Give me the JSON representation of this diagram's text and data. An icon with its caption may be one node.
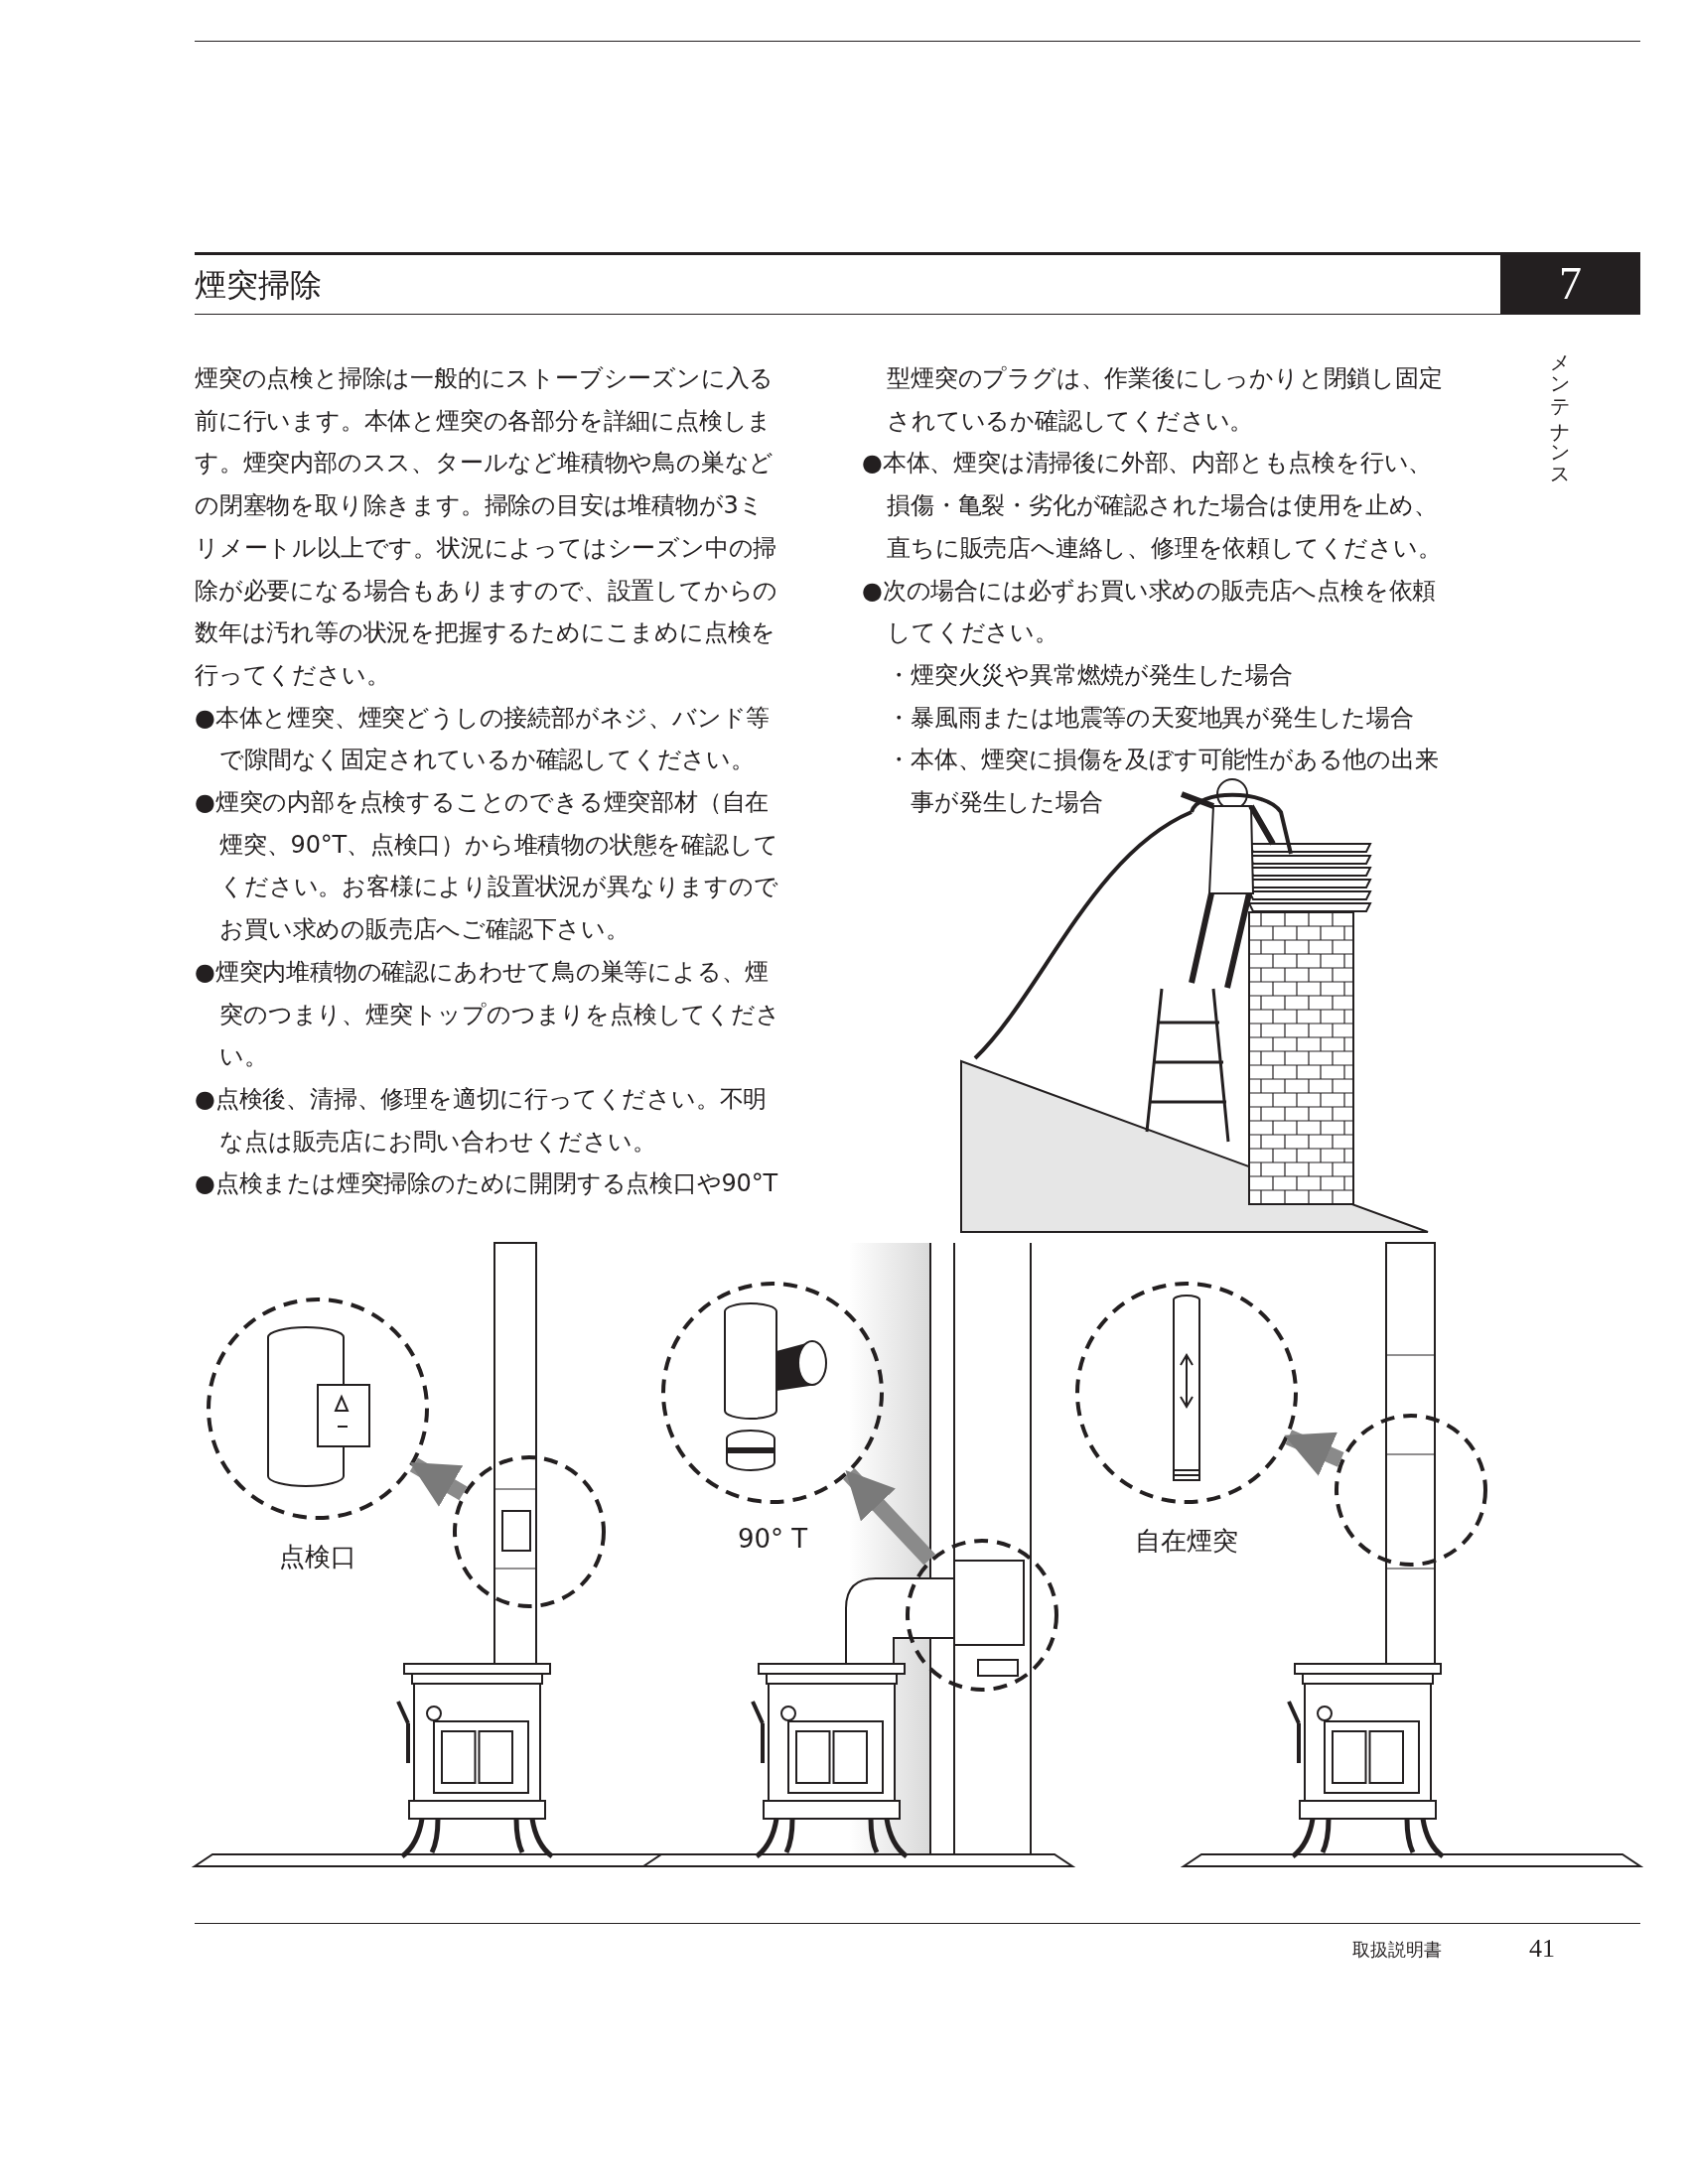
{
  "diagram": {
    "title": "煙突掃除",
    "nodes": [
      {
        "text": [
          "点検口"
        ]
      },
      {
        "text": [],
        "shape": "circle"
      },
      {
        "text": [
          "90° T"
        ]
      },
      {
        "text": [],
        "shape": "circle"
      },
      {
        "text": [
          "自在煙突"
        ]
      },
      {
        "text": [],
        "shape": "circle"
      }
    ],
    "edges": [
      {
        "from": 1,
        "to": 0,
        "arrow": "to"
      },
      {
        "from": 3,
        "to": 2,
        "arrow": "to"
      },
      {
        "from": 5,
        "to": 4,
        "arrow": "to"
      }
    ],
    "labels": [
      "7",
      "メンテナンス",
      "煙突の点検と掃除は一般的にストーブシーズンに入る前に行います。本体と煙突の各部分を詳細に点検します。煙突内部のスス、タールなど堆積物や鳥の巣などの閉塞物を取り除きます。掃除の目安は堆積物が3ミリメートル以上です。状況によってはシーズン中の掃除が必要になる場合もありますので、設置してからの数年は汚れ等の状況を把握するためにこまめに点検を行ってください。",
      "●本体と煙突、煙突どうしの接続部がネジ、バンド等で隙間なく固定されているか確認してください。",
      "●煙突の内部を点検することのできる煙突部材（自在煙突、90°T、点検口）から堆積物の状態を確認してください。お客様により設置状況が異なりますのでお買い求めの販売店へご確認下さい。",
      "●煙突内堆積物の確認にあわせて鳥の巣等による、煙突のつまり、煙突トップのつまりを点検してください。",
      "●点検後、清掃、修理を適切に行ってください。不明な点は販売店にお問い合わせください。",
      "●点検または煙突掃除のために開閉する点検口や90°T型煙突のプラグは、作業後にしっかりと閉鎖し固定されているか確認してください。",
      "●本体、煙突は清掃後に外部、内部とも点検を行い、損傷・亀裂・劣化が確認された場合は使用を止め、直ちに販売店へ連絡し、修理を依頼してください。",
      "●次の場合には必ずお買い求めの販売店へ点検を依頼してください。",
      "・煙突火災や異常燃焼が発生した場合",
      "・暴風雨または地震等の天変地異が発生した場合",
      "・本体、煙突に損傷を及ぼす可能性がある他の出来事が発生した場合",
      "取扱説明書",
      "41"
    ]
  }
}
